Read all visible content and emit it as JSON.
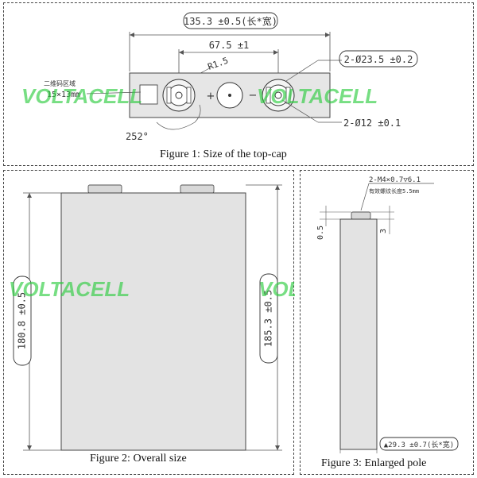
{
  "brand": {
    "watermark": "VOLTACELL",
    "color": "#2ecc40"
  },
  "figure1": {
    "caption": "Figure 1: Size of the top-cap",
    "dim_width": "135.3 ±0.5(长*宽)",
    "dim_pole_spacing": "67.5 ±1",
    "dim_radius": "R1.5",
    "dim_angle": "252°",
    "dim_pole_dia": "2-Ø23.5 ±0.2",
    "dim_pole_inner": "2-Ø12 ±0.1",
    "qr_label_line1": "二维码区域",
    "qr_label_line2": "15×13mm",
    "plus_symbol": "+",
    "minus_symbol": "−"
  },
  "figure2": {
    "caption": "Figure 2: Overall size",
    "dim_height_body": "180.8 ±0.5",
    "dim_height_total": "185.3 ±0.5"
  },
  "figure3": {
    "caption": "Figure 3: Enlarged pole",
    "dim_thread": "2-M4×0.7▽6.1",
    "dim_thread_note": "有效螺纹长度5.5mm",
    "dim_left": "0.5",
    "dim_right": "3",
    "dim_thickness": "▲29.3 ±0.7(长*宽)"
  }
}
